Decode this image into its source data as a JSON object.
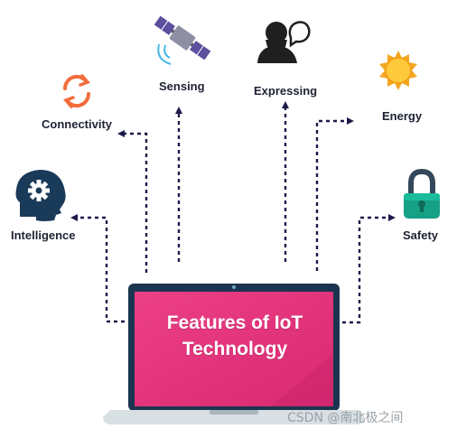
{
  "diagram": {
    "center": {
      "line1": "Features of IoT",
      "line2": "Technology"
    },
    "features": [
      {
        "id": "connectivity",
        "label": "Connectivity",
        "icon": "sync-arrows-icon",
        "color": "#f26b3a"
      },
      {
        "id": "sensing",
        "label": "Sensing",
        "icon": "satellite-icon",
        "color": "#5b4f9e"
      },
      {
        "id": "expressing",
        "label": "Expressing",
        "icon": "speaking-person-icon",
        "color": "#1f1f1f"
      },
      {
        "id": "energy",
        "label": "Energy",
        "icon": "sun-icon",
        "color": "#f5a623"
      },
      {
        "id": "intelligence",
        "label": "Intelligence",
        "icon": "brain-gear-icon",
        "color": "#1a3a5a"
      },
      {
        "id": "safety",
        "label": "Safety",
        "icon": "padlock-icon",
        "color": "#16a085"
      }
    ],
    "colors": {
      "screen": "#e8357c",
      "bezel": "#1b3550",
      "arrow": "#1c1a4a"
    }
  },
  "watermark": "CSDN @南北极之间"
}
